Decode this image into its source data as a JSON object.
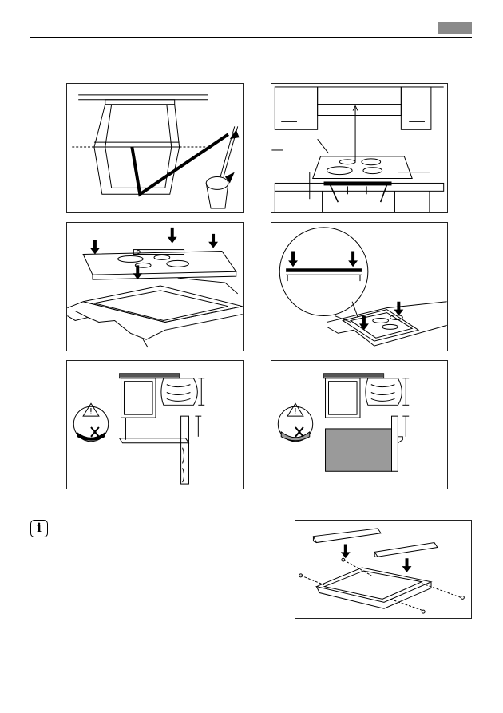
{
  "header": {
    "section_tab_color": "#8a8a8a"
  },
  "figures": [
    {
      "id": "cabinet-measurement",
      "icon": "measure-diagram"
    },
    {
      "id": "kitchen-clearances",
      "icon": "clearance-diagram"
    },
    {
      "id": "hob-cutout",
      "icon": "cutout-diagram"
    },
    {
      "id": "seal-detail",
      "icon": "seal-diagram"
    },
    {
      "id": "drawer-below",
      "icon": "drawer-diagram"
    },
    {
      "id": "oven-below",
      "icon": "oven-diagram"
    },
    {
      "id": "bracket-fixing",
      "icon": "bracket-diagram"
    }
  ],
  "note": {
    "icon": "info-icon",
    "glyph": "i"
  }
}
